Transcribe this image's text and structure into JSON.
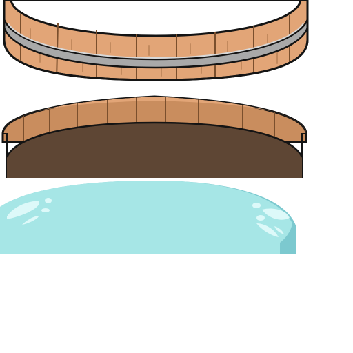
{
  "sprite_sheet": {
    "sprites": [
      {
        "name": "tub-rim-front",
        "icon": "wooden-tub-rim-icon"
      },
      {
        "name": "tub-back-wall",
        "icon": "wooden-tub-wall-icon"
      },
      {
        "name": "tub-water",
        "icon": "water-surface-icon"
      }
    ],
    "colors": {
      "wood_light": "#e2a577",
      "wood_mid": "#c98d5e",
      "wood_dark": "#a8744a",
      "wood_shadow": "#7a4f2d",
      "hoop_silver": "#a9a9a9",
      "hoop_highlight": "#d8d8d8",
      "interior_brown": "#5e4634",
      "water": "#a6e6e6",
      "water_shadow": "#7cc9cf",
      "water_highlight": "#e6fbfb",
      "outline": "#141414"
    }
  }
}
